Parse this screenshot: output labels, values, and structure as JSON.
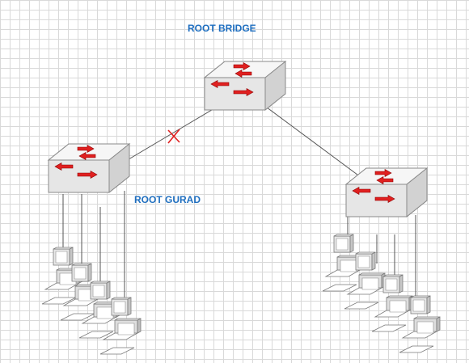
{
  "labels": {
    "root_bridge": "ROOT BRIDGE",
    "root_guard": "ROOT GURAD"
  },
  "colors": {
    "label": "#1f6fc0",
    "arrow": "#e02020",
    "blocked_marker": "#e02020",
    "link": "#555555",
    "switch_top": "#f4f4f4",
    "switch_front": "#e2e2e2",
    "switch_side": "#d0d0d0"
  },
  "icons": {
    "switch": "network-switch-icon",
    "pc": "computer-icon",
    "blocked": "blocked-port-x-icon"
  },
  "diagram": {
    "switches": [
      "root-bridge-switch",
      "left-switch",
      "right-switch"
    ],
    "links": [
      {
        "from": "root-bridge-switch",
        "to": "left-switch",
        "state": "blocked"
      },
      {
        "from": "root-bridge-switch",
        "to": "right-switch",
        "state": "forwarding"
      }
    ],
    "pcs_per_access_switch": 4
  }
}
